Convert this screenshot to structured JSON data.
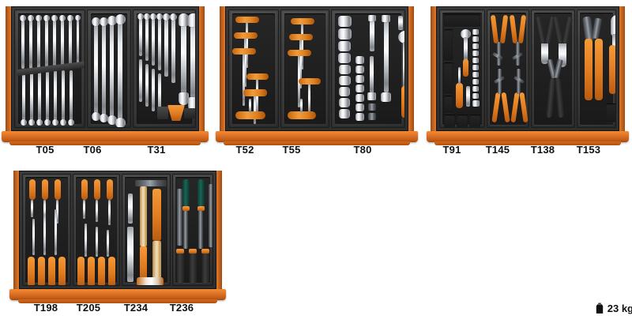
{
  "page": {
    "background_color": "#ffffff",
    "accent_color": "#e2762a",
    "foam_color": "#333333"
  },
  "weight": {
    "icon": "weight-kettlebell-icon",
    "value": "23 kg"
  },
  "trays": [
    {
      "id": "tray-1",
      "modules": [
        {
          "code": "T05",
          "label": "T05",
          "contents": "combination spanners set",
          "tool_type": "combination-wrench"
        },
        {
          "code": "T06",
          "label": "T06",
          "contents": "ratcheting combination spanners set",
          "tool_type": "ratchet-wrench"
        },
        {
          "code": "T31",
          "label": "T31",
          "contents": "double open end spanners and hex key set",
          "tool_type": "open-end-wrench"
        }
      ]
    },
    {
      "id": "tray-2",
      "modules": [
        {
          "code": "T52",
          "label": "T52",
          "contents": "T-handle hexagon key wrenches",
          "tool_type": "t-handle-hex-key"
        },
        {
          "code": "T55",
          "label": "T55",
          "contents": "T-handle Torx key wrenches",
          "tool_type": "t-handle-torx-key"
        },
        {
          "code": "T80",
          "label": "T80",
          "contents": "1/2\" drive socket set with ratchet and extensions",
          "tool_type": "socket-set"
        }
      ]
    },
    {
      "id": "tray-3",
      "modules": [
        {
          "code": "T91",
          "label": "T91",
          "contents": "1/4\" drive socket and bit set with ratchet",
          "tool_type": "bit-socket-set"
        },
        {
          "code": "T145",
          "label": "T145",
          "contents": "circlip pliers set",
          "tool_type": "circlip-pliers"
        },
        {
          "code": "T138",
          "label": "T138",
          "contents": "combination and long nose pliers",
          "tool_type": "pliers"
        },
        {
          "code": "T153",
          "label": "T153",
          "contents": "slip joint pliers and locking pliers",
          "tool_type": "locking-pliers"
        }
      ]
    },
    {
      "id": "tray-4",
      "modules": [
        {
          "code": "T198",
          "label": "T198",
          "contents": "slotted and cross head screwdrivers set",
          "tool_type": "screwdriver"
        },
        {
          "code": "T205",
          "label": "T205",
          "contents": "screwdrivers set",
          "tool_type": "screwdriver"
        },
        {
          "code": "T234",
          "label": "T234",
          "contents": "hammers, mallet and chisels set",
          "tool_type": "hammer-chisel"
        },
        {
          "code": "T236",
          "label": "T236",
          "contents": "engineers files set with handles",
          "tool_type": "file"
        }
      ]
    }
  ]
}
